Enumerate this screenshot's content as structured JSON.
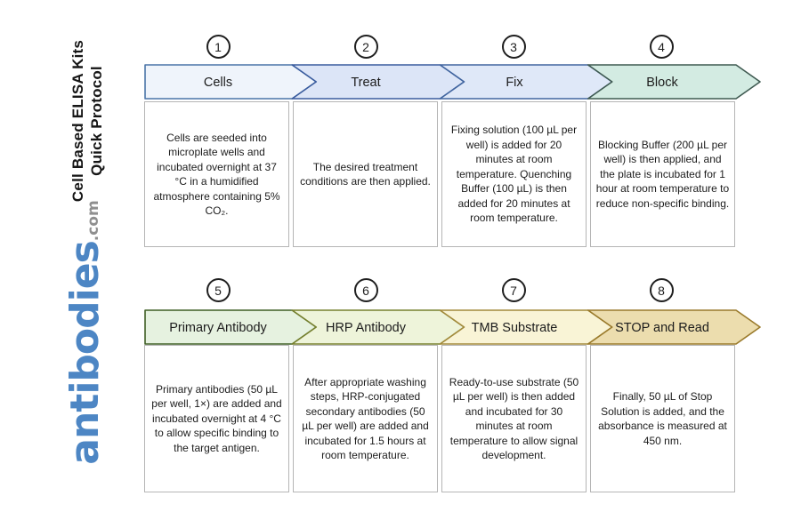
{
  "sidebar": {
    "title_line1": "Cell Based ELISA Kits",
    "title_line2": "Quick Protocol",
    "title_color": "#161616",
    "logo_text": "antibodies",
    "logo_suffix": ".com",
    "logo_color": "#4d86c4",
    "logo_suffix_color": "#8f8f8f"
  },
  "steps": [
    {
      "number": "1",
      "label": "Cells",
      "description": "Cells are seeded into microplate wells and incubated overnight at 37 °C in a humidified atmosphere containing 5% CO₂.",
      "fill": "#eff4fb",
      "border": "#4a74a8"
    },
    {
      "number": "2",
      "label": "Treat",
      "description": "The desired treatment conditions are then applied.",
      "fill": "#dce5f7",
      "border": "#3a5c9e"
    },
    {
      "number": "3",
      "label": "Fix",
      "description": "Fixing solution (100 µL per well) is added for 20 minutes at room temperature. Quenching Buffer (100 µL) is then added for 20 minutes at room temperature.",
      "fill": "#dfe8f8",
      "border": "#41659f"
    },
    {
      "number": "4",
      "label": "Block",
      "description": "Blocking Buffer (200 µL per well) is then applied, and the plate is incubated for 1 hour at room temperature to reduce non-specific binding.",
      "fill": "#d3ebe2",
      "border": "#3f5a51"
    },
    {
      "number": "5",
      "label": "Primary Antibody",
      "description": "Primary antibodies (50 µL per well, 1×) are added and incubated overnight at 4 °C to allow specific binding to the target antigen.",
      "fill": "#e6f2e0",
      "border": "#3f5e24"
    },
    {
      "number": "6",
      "label": "HRP Antibody",
      "description": "After appropriate washing steps, HRP-conjugated secondary antibodies (50 µL per well) are added and incubated for 1.5 hours at room temperature.",
      "fill": "#eef4da",
      "border": "#76802e"
    },
    {
      "number": "7",
      "label": "TMB Substrate",
      "description": "Ready-to-use substrate (50 µL per well) is then added and incubated for 30 minutes at room temperature to allow signal development.",
      "fill": "#f9f4d6",
      "border": "#a38a3b"
    },
    {
      "number": "8",
      "label": "STOP and Read",
      "description": "Finally, 50 µL of Stop Solution is added, and the absorbance is measured at 450 nm.",
      "fill": "#ecddae",
      "border": "#9a7a2b"
    }
  ]
}
